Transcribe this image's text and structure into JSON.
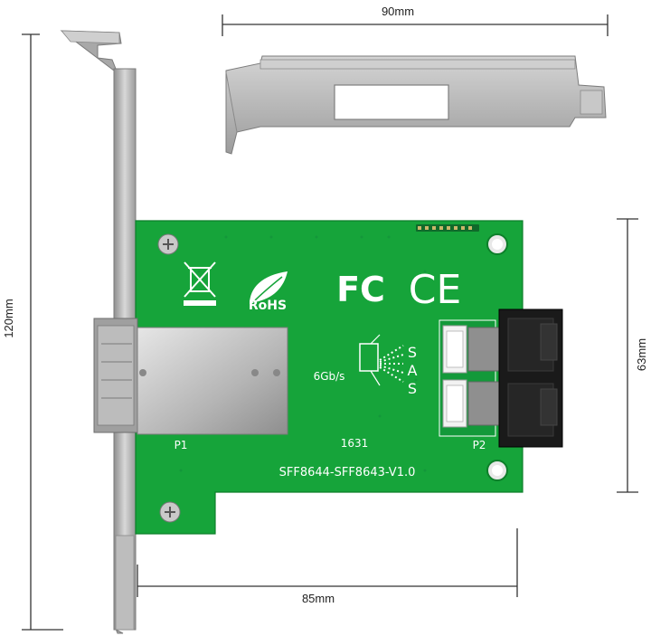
{
  "dimensions": {
    "top_width": "90mm",
    "left_height": "120mm",
    "right_height": "63mm",
    "bottom_width": "85mm"
  },
  "board": {
    "model": "SFF8644-SFF8643-V1.0",
    "code": "1631",
    "port1": "P1",
    "port2": "P2",
    "speed": "6Gb/s",
    "interface": "SAS",
    "rohs": "RoHS",
    "fcc": "FC",
    "ce": "CE"
  },
  "colors": {
    "pcb": "#16a43a",
    "bracket": "#b9b9b9",
    "connector": "#1a1a1a"
  }
}
